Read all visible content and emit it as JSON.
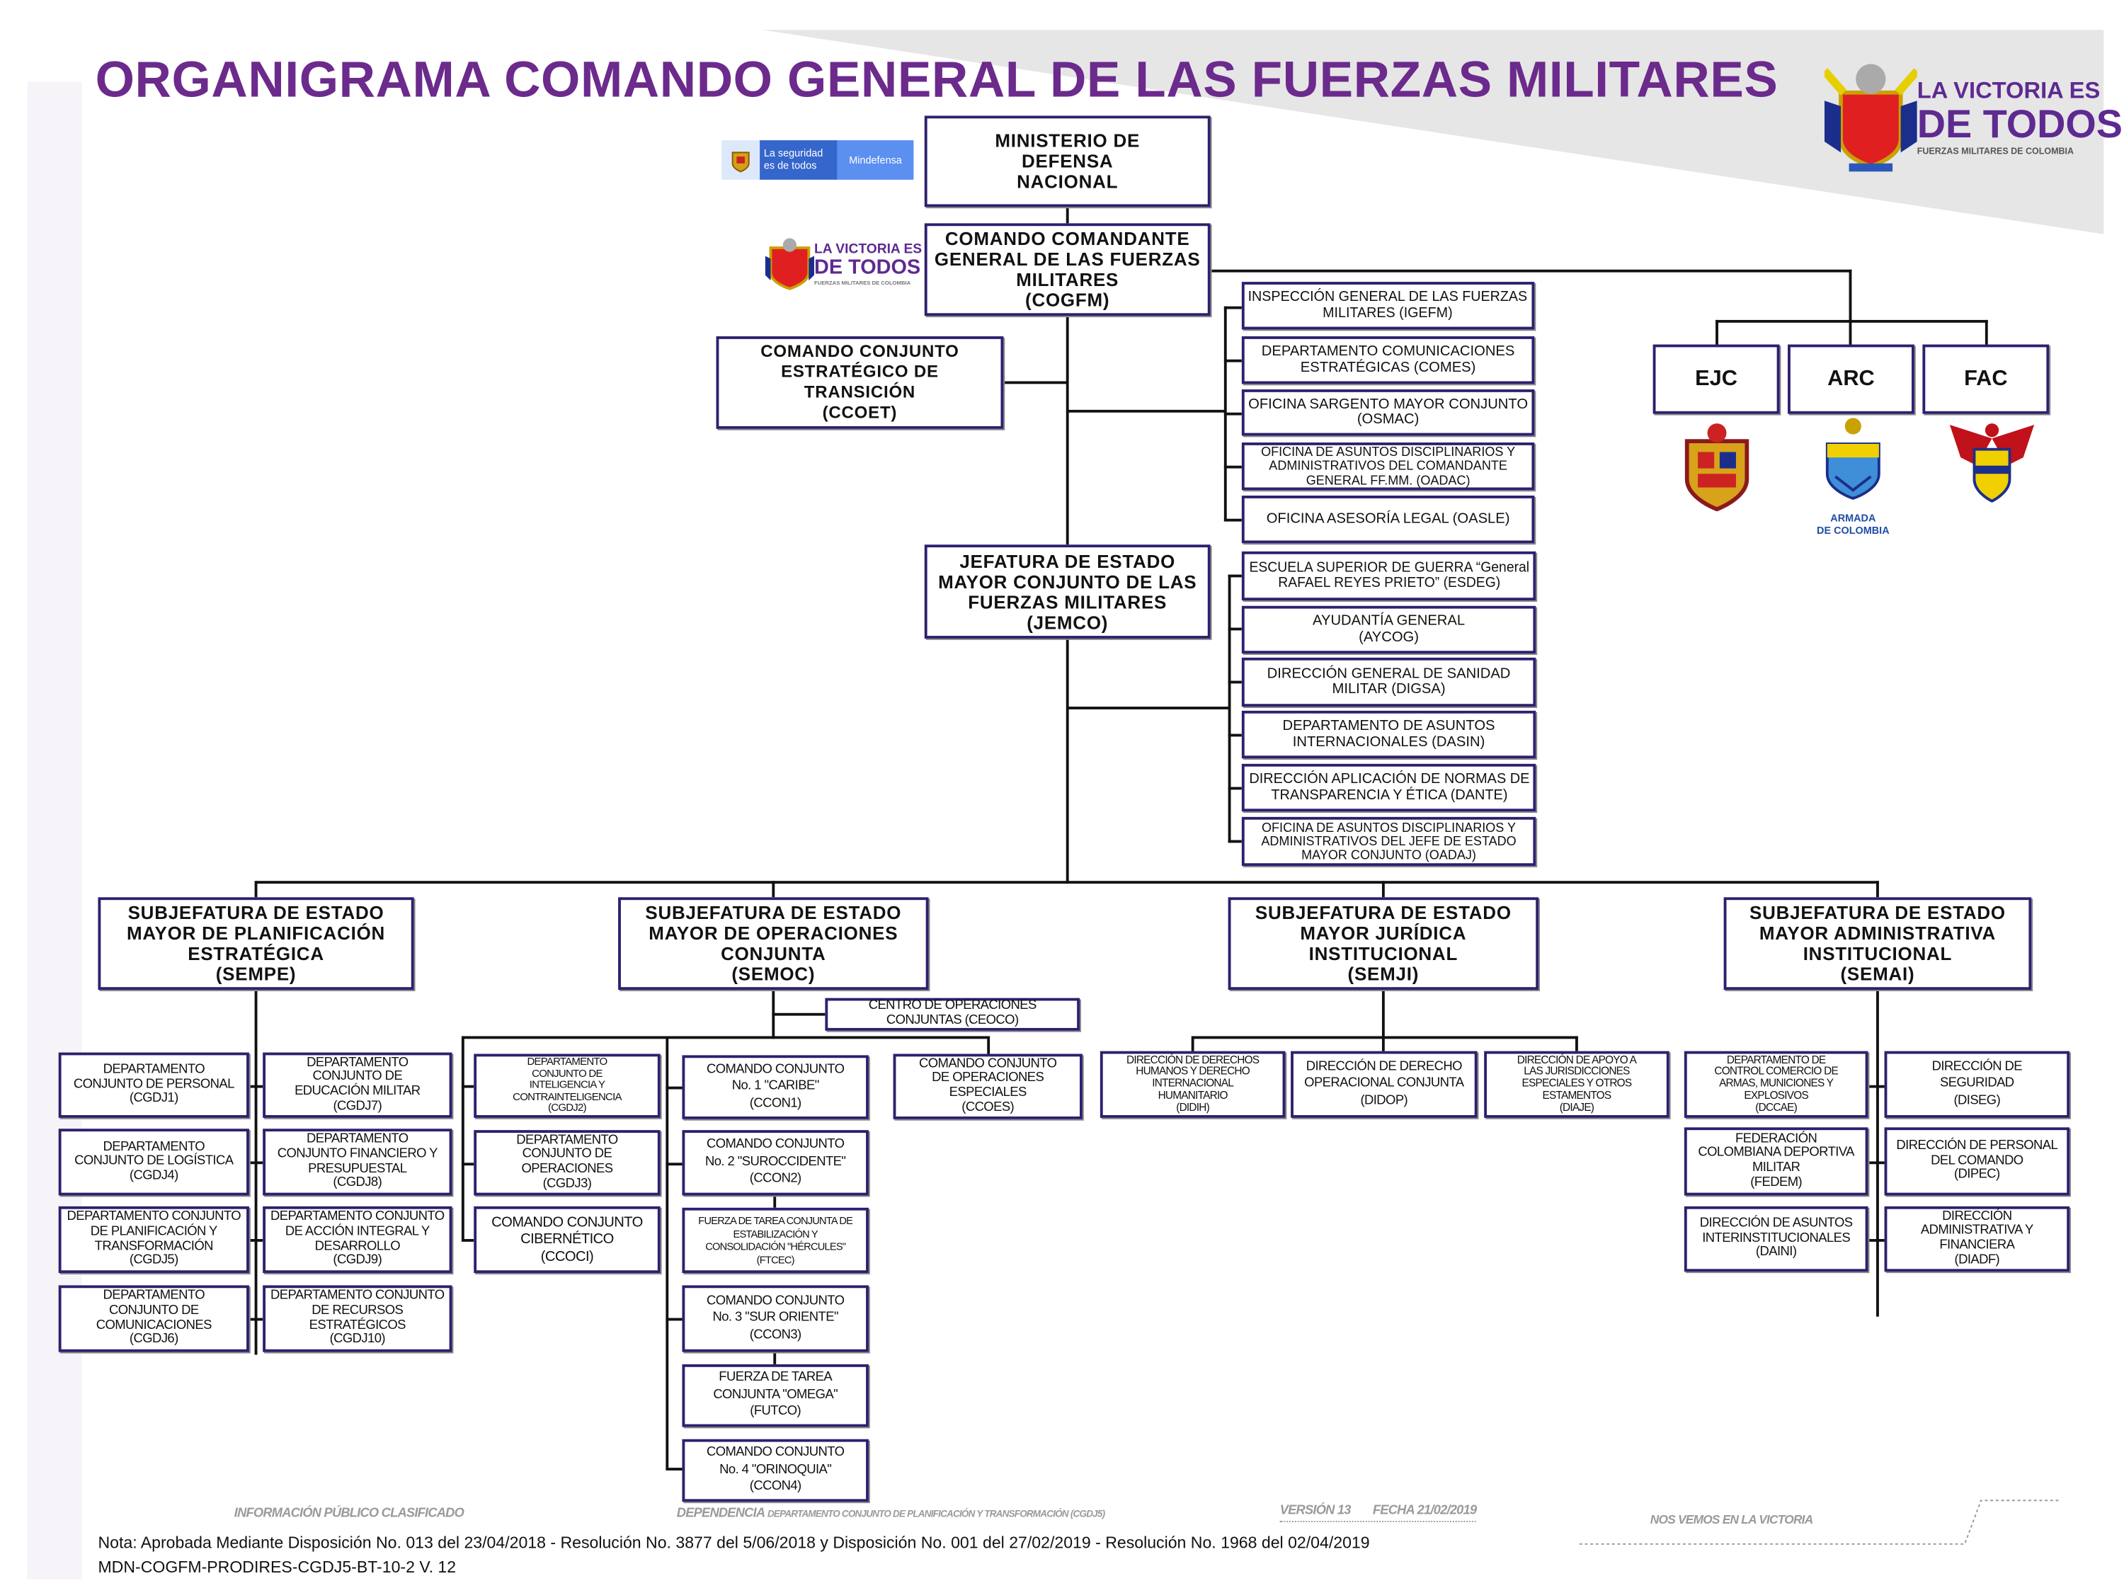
{
  "title": "ORGANIGRAMA COMANDO GENERAL DE LAS FUERZAS MILITARES",
  "logos": {
    "mindefensa_tagline": "La seguridad\nes de todos",
    "mindefensa_name": "Mindefensa",
    "victoria_line1": "LA VICTORIA ES",
    "victoria_line2": "DE TODOS",
    "victoria_line3": "FUERZAS MILITARES DE COLOMBIA",
    "armada_caption": "ARMADA\nDE COLOMBIA"
  },
  "top": {
    "ministerio": "MINISTERIO DE\nDEFENSA\nNACIONAL",
    "cogfm": "COMANDO COMANDANTE\nGENERAL DE LAS FUERZAS\nMILITARES\n(COGFM)",
    "ccoet": "COMANDO CONJUNTO\nESTRATÉGICO DE\nTRANSICIÓN\n(CCOET)",
    "jemco": "JEFATURA DE ESTADO\nMAYOR CONJUNTO DE LAS\nFUERZAS MILITARES\n(JEMCO)"
  },
  "forces": [
    "EJC",
    "ARC",
    "FAC"
  ],
  "cogfm_staff": [
    "INSPECCIÓN GENERAL DE LAS FUERZAS\nMILITARES (IGEFM)",
    "DEPARTAMENTO COMUNICACIONES\nESTRATÉGICAS (COMES)",
    "OFICINA SARGENTO MAYOR CONJUNTO\n(OSMAC)",
    "OFICINA DE ASUNTOS DISCIPLINARIOS Y\nADMINISTRATIVOS DEL COMANDANTE\nGENERAL FF.MM. (OADAC)",
    "OFICINA ASESORÍA LEGAL (OASLE)"
  ],
  "jemco_staff": [
    "ESCUELA SUPERIOR DE GUERRA “General\nRAFAEL REYES PRIETO” (ESDEG)",
    "AYUDANTÍA GENERAL\n(AYCOG)",
    "DIRECCIÓN GENERAL DE SANIDAD\nMILITAR (DIGSA)",
    "DEPARTAMENTO DE ASUNTOS\nINTERNACIONALES (DASIN)",
    "DIRECCIÓN APLICACIÓN DE NORMAS DE\nTRANSPARENCIA Y ÉTICA (DANTE)",
    "OFICINA DE ASUNTOS DISCIPLINARIOS Y\nADMINISTRATIVOS DEL JEFE DE ESTADO\nMAYOR CONJUNTO (OADAJ)"
  ],
  "sub": {
    "sempe": "SUBJEFATURA DE ESTADO\nMAYOR DE PLANIFICACIÓN\nESTRATÉGICA\n(SEMPE)",
    "semoc": "SUBJEFATURA DE ESTADO\nMAYOR DE OPERACIONES\nCONJUNTA\n(SEMOC)",
    "semji": "SUBJEFATURA DE ESTADO\nMAYOR JURÍDICA\nINSTITUCIONAL\n(SEMJI)",
    "semai": "SUBJEFATURA DE ESTADO\nMAYOR ADMINISTRATIVA\nINSTITUCIONAL\n(SEMAI)"
  },
  "sempe_units": [
    "DEPARTAMENTO\nCONJUNTO DE PERSONAL\n(CGDJ1)",
    "DEPARTAMENTO\nCONJUNTO DE\nEDUCACIÓN MILITAR\n(CGDJ7)",
    "DEPARTAMENTO\nCONJUNTO DE LOGÍSTICA\n(CGDJ4)",
    "DEPARTAMENTO\nCONJUNTO FINANCIERO Y\nPRESUPUESTAL\n(CGDJ8)",
    "DEPARTAMENTO CONJUNTO\nDE PLANIFICACIÓN Y\nTRANSFORMACIÓN\n(CGDJ5)",
    "DEPARTAMENTO CONJUNTO\nDE ACCIÓN INTEGRAL Y\nDESARROLLO\n(CGDJ9)",
    "DEPARTAMENTO\nCONJUNTO DE\nCOMUNICACIONES\n(CGDJ6)",
    "DEPARTAMENTO CONJUNTO\nDE RECURSOS\nESTRATÉGICOS\n(CGDJ10)"
  ],
  "semoc_units": {
    "ceoco": "CENTRO DE OPERACIONES\nCONJUNTAS (CEOCO)",
    "departments": [
      "DEPARTAMENTO\nCONJUNTO DE\nINTELIGENCIA Y\nCONTRAINTELIGENCIA\n(CGDJ2)",
      "DEPARTAMENTO\nCONJUNTO DE\nOPERACIONES\n(CGDJ3)",
      "COMANDO CONJUNTO\nCIBERNÉTICO\n(CCOCI)"
    ],
    "commands": [
      "COMANDO CONJUNTO\nNo. 1 \"CARIBE\"\n(CCON1)",
      "COMANDO CONJUNTO\nNo. 2 \"SUROCCIDENTE\"\n(CCON2)",
      "FUERZA DE TAREA CONJUNTA DE\nESTABILIZACIÓN Y\nCONSOLIDACIÓN \"HÉRCULES\"\n(FTCEC)",
      "COMANDO CONJUNTO\nNo. 3 \"SUR ORIENTE\"\n(CCON3)",
      "FUERZA DE TAREA\nCONJUNTA \"OMEGA\"\n(FUTCO)",
      "COMANDO CONJUNTO\nNo. 4 \"ORINOQUIA\"\n(CCON4)"
    ],
    "ccoes": "COMANDO CONJUNTO\nDE OPERACIONES\nESPECIALES\n(CCOES)"
  },
  "semji_units": [
    "DIRECCIÓN DE DERECHOS\nHUMANOS Y DERECHO\nINTERNACIONAL\nHUMANITARIO\n(DIDIH)",
    "DIRECCIÓN DE DERECHO\nOPERACIONAL CONJUNTA\n(DIDOP)",
    "DIRECCIÓN DE APOYO A\nLAS JURISDICCIONES\nESPECIALES Y OTROS\nESTAMENTOS\n(DIAJE)"
  ],
  "semai_units": [
    "DEPARTAMENTO DE\nCONTROL COMERCIO DE\nARMAS, MUNICIONES Y\nEXPLOSIVOS\n(DCCAE)",
    "DIRECCIÓN DE\nSEGURIDAD\n(DISEG)",
    "FEDERACIÓN\nCOLOMBIANA DEPORTIVA\nMILITAR\n(FEDEM)",
    "DIRECCIÓN DE PERSONAL\nDEL COMANDO\n(DIPEC)",
    "DIRECCIÓN DE ASUNTOS\nINTERINSTITUCIONALES\n(DAINI)",
    "DIRECCIÓN\nADMINISTRATIVA Y\nFINANCIERA\n(DIADF)"
  ],
  "footer": {
    "classification": "INFORMACIÓN PÚBLICO CLASIFICADO",
    "dependencia_label": "DEPENDENCIA",
    "dependencia_value": "DEPARTAMENTO CONJUNTO DE PLANIFICACIÓN Y TRANSFORMACIÓN (CGDJ5)",
    "version": "VERSIÓN 13",
    "fecha": "FECHA 21/02/2019",
    "slogan": "NOS VEMOS EN LA VICTORIA",
    "nota": "Nota: Aprobada Mediante Disposición No. 013 del 23/04/2018 - Resolución No. 3877 del 5/06/2018 y Disposición No. 001 del 27/02/2019 - Resolución No. 1968  del  02/04/2019",
    "code": "MDN-COGFM-PRODIRES-CGDJ5-BT-10-2 V. 12"
  },
  "colors": {
    "title": "#6b2a8c",
    "border": "#2f1f6e",
    "band": "#e6e6e6"
  }
}
